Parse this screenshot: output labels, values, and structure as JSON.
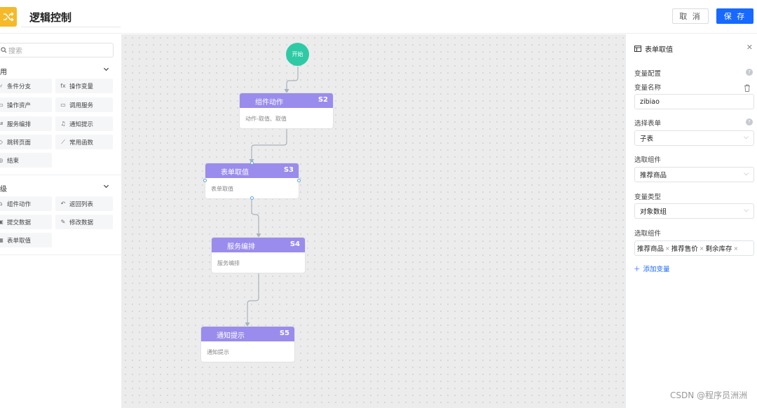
{
  "header": {
    "title": "逻辑控制",
    "cancel_label": "取 消",
    "save_label": "保 存",
    "logo_icon": "shuffle-icon",
    "brand_color": "#f6b928",
    "primary_color": "#1769ff"
  },
  "sidebar": {
    "search_placeholder": "搜索",
    "group1": {
      "title": "用",
      "items": [
        {
          "label": "条件分支",
          "icon": "branch-icon"
        },
        {
          "label": "操作变量",
          "icon": "fx-icon"
        },
        {
          "label": "操作资产",
          "icon": "asset-icon"
        },
        {
          "label": "调用服务",
          "icon": "monitor-icon"
        },
        {
          "label": "服务编排",
          "icon": "orchestrate-icon"
        },
        {
          "label": "通知提示",
          "icon": "bell-icon"
        },
        {
          "label": "跳转页面",
          "icon": "jump-icon"
        },
        {
          "label": "常用函数",
          "icon": "function-icon"
        },
        {
          "label": "结束",
          "icon": "end-icon"
        }
      ]
    },
    "group2": {
      "title": "级",
      "items": [
        {
          "label": "组件动作",
          "icon": "component-icon"
        },
        {
          "label": "返回列表",
          "icon": "return-icon"
        },
        {
          "label": "提交数据",
          "icon": "submit-icon"
        },
        {
          "label": "修改数据",
          "icon": "edit-icon"
        },
        {
          "label": "表单取值",
          "icon": "form-icon"
        }
      ]
    }
  },
  "flow": {
    "start_label": "开始",
    "start_color": "#2ecaa5",
    "node_header_color": "#9a8cec",
    "nodes": [
      {
        "title": "组件动作",
        "id": "S2",
        "desc": "动作-取值、取值"
      },
      {
        "title": "表单取值",
        "id": "S3",
        "desc": "表单取值"
      },
      {
        "title": "服务编排",
        "id": "S4",
        "desc": "服务编排"
      },
      {
        "title": "通知提示",
        "id": "S5",
        "desc": "通知提示"
      }
    ]
  },
  "panel": {
    "title": "表单取值",
    "section_label": "变量配置",
    "var_name_label": "变量名称",
    "var_name_value": "zibiao",
    "form_label": "选择表单",
    "form_value": "子表",
    "component_label": "选取组件",
    "component_value": "推荐商品",
    "type_label": "变量类型",
    "type_value": "对象数组",
    "components_label": "选取组件",
    "tags": [
      "推荐商品",
      "推荐售价",
      "剩余库存"
    ],
    "add_label": "添加变量"
  },
  "watermark": "CSDN @程序员洲洲"
}
